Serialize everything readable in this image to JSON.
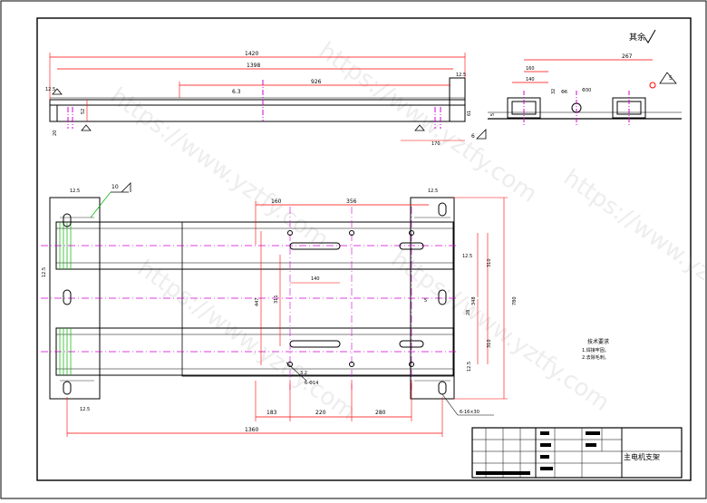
{
  "drawing": {
    "surface_roughness_other": "其余",
    "title": "主电机支架",
    "tech_req_title": "技术要求",
    "tech_req_lines": [
      "1.焊接牢固。",
      "2.去除毛刺。"
    ],
    "watermark_text": "https://www.yztfy.com"
  },
  "top_view_dims": {
    "overall_length": "1420",
    "inner_length": "1398",
    "center_span": "926",
    "roughness_a": "6.3",
    "roughness_b": "12.5",
    "roughness_c": "12.5",
    "height": "52",
    "thickness": "20",
    "right_h": "61",
    "right_offset": "170",
    "weld": "6"
  },
  "side_view_dims": {
    "overall": "267",
    "w160": "160",
    "w140": "140",
    "h32": "32",
    "r6": "Φ6",
    "hole": "Φ30",
    "w5": "5",
    "weld": "5"
  },
  "plan_view_dims": {
    "left_160": "160",
    "slot_356": "356",
    "slot_140": "140",
    "h_447": "447",
    "h_311": "311",
    "h_310_top": "310",
    "h_310_bot": "310",
    "h_348": "348",
    "h_780": "780",
    "d_28": "28",
    "weld_10": "10",
    "r12_5_a": "12.5",
    "r12_5_b": "12.5",
    "r12_5_c": "12.5",
    "r12_5_d": "12.5",
    "r12_5_e": "12.5",
    "r12_5_f": "12.5",
    "w5": "5",
    "x_183": "183",
    "x_220": "220",
    "x_280": "280",
    "total_1360": "1360",
    "holes_6_14": "6-Φ14",
    "slots_6_16x30": "6-16×30",
    "r3_2": "3.2"
  },
  "colors": {
    "line": "#000000",
    "center": "#d400d4",
    "dim": "#ff0000",
    "green": "#00b400"
  }
}
